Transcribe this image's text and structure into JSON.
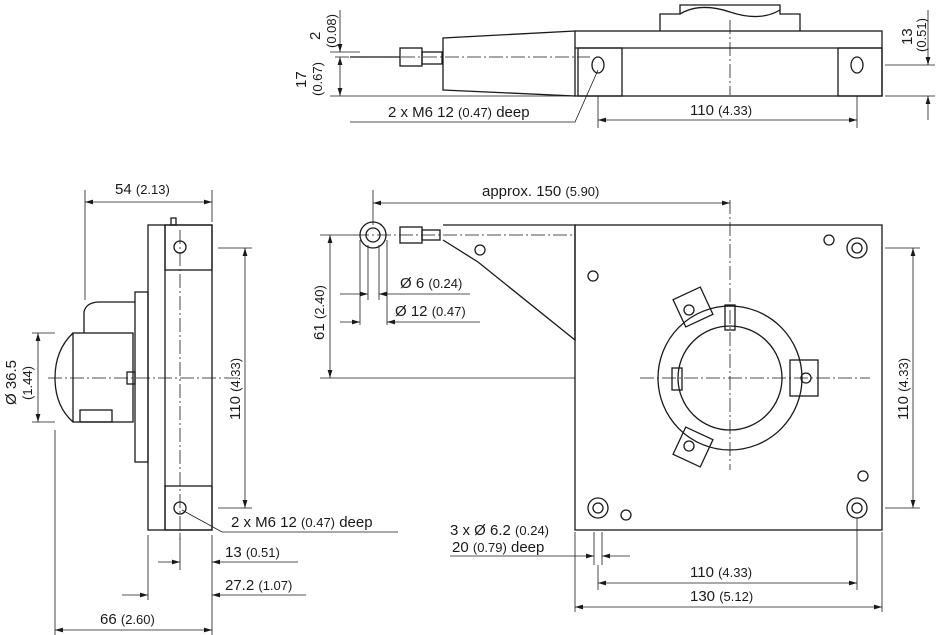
{
  "top_view": {
    "dim_2": {
      "value": "2",
      "inch": "(0.08)"
    },
    "dim_17": {
      "value": "17",
      "inch": "(0.67)"
    },
    "dim_13": {
      "value": "13",
      "inch": "(0.51)"
    },
    "thread": {
      "prefix": "2 x M6 12",
      "inch": "(0.47)",
      "suffix": "deep"
    },
    "dim_110": {
      "value": "110",
      "inch": "(4.33)"
    }
  },
  "side_view": {
    "dim_54": {
      "value": "54",
      "inch": "(2.13)"
    },
    "dim_110": {
      "value": "110",
      "inch": "(4.33)"
    },
    "dim_dia": {
      "value": "Ø 36.5",
      "inch": "(1.44)"
    },
    "thread": {
      "prefix": "2 x M6 12",
      "inch": "(0.47)",
      "suffix": "deep"
    },
    "dim_13": {
      "value": "13",
      "inch": "(0.51)"
    },
    "dim_27": {
      "value": "27.2",
      "inch": "(1.07)"
    },
    "dim_66": {
      "value": "66",
      "inch": "(2.60)"
    }
  },
  "front_view": {
    "dim_150": {
      "value": "approx. 150",
      "inch": "(5.90)"
    },
    "dim_61": {
      "value": "61",
      "inch": "(2.40)"
    },
    "dim_d6": {
      "value": "Ø 6",
      "inch": "(0.24)"
    },
    "dim_d12": {
      "value": "Ø 12",
      "inch": "(0.47)"
    },
    "dim_110v": {
      "value": "110",
      "inch": "(4.33)"
    },
    "holes": {
      "prefix": "3 x Ø 6.2",
      "inch": "(0.24)"
    },
    "holes_depth": {
      "value": "20",
      "inch": "(0.79)",
      "suffix": "deep"
    },
    "dim_110h": {
      "value": "110",
      "inch": "(4.33)"
    },
    "dim_130": {
      "value": "130",
      "inch": "(5.12)"
    }
  }
}
